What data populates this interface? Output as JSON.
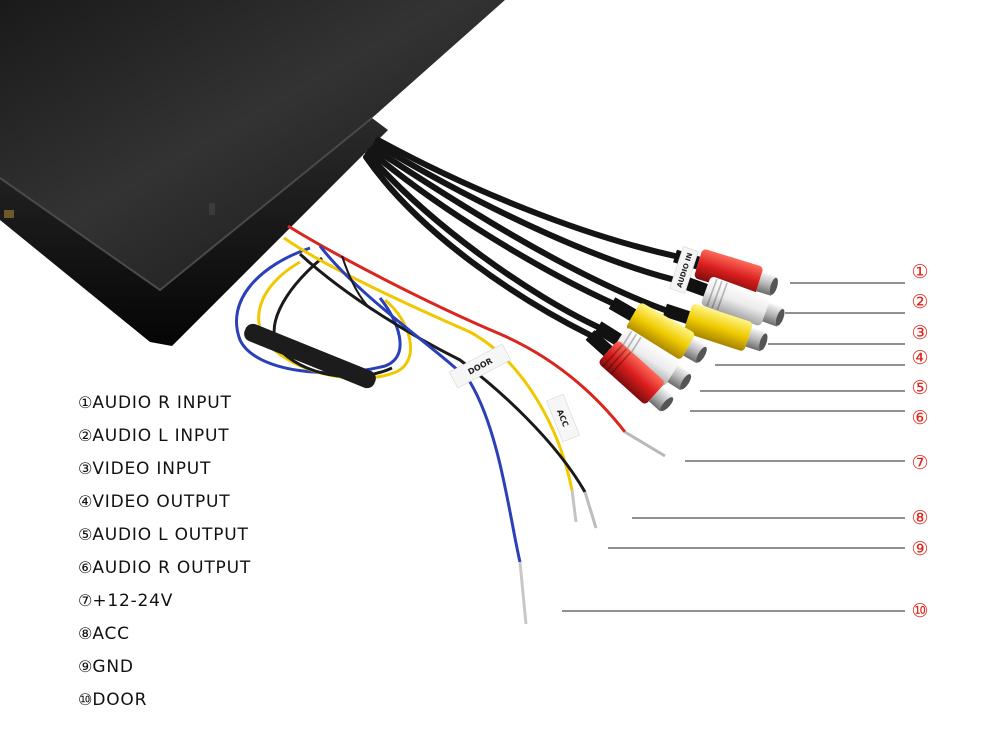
{
  "legend": [
    {
      "num": "①",
      "label": "AUDIO R INPUT"
    },
    {
      "num": "②",
      "label": "AUDIO L INPUT"
    },
    {
      "num": "③",
      "label": "VIDEO INPUT"
    },
    {
      "num": "④",
      "label": "VIDEO OUTPUT"
    },
    {
      "num": "⑤",
      "label": "AUDIO L OUTPUT"
    },
    {
      "num": "⑥",
      "label": "AUDIO R OUTPUT"
    },
    {
      "num": "⑦",
      "label": "+12-24V"
    },
    {
      "num": "⑧",
      "label": "ACC"
    },
    {
      "num": "⑨",
      "label": "GND"
    },
    {
      "num": "⑩",
      "label": "DOOR"
    }
  ],
  "callouts": [
    "①",
    "②",
    "③",
    "④",
    "⑤",
    "⑥",
    "⑦",
    "⑧",
    "⑨",
    "⑩"
  ],
  "cable_tags": {
    "audio_in": "AUDIO IN",
    "acc": "ACC",
    "door": "DOOR"
  },
  "colors": {
    "callout": "#e0241b",
    "legend_text": "#111111",
    "rca_red": "#d91e1e",
    "rca_yellow": "#f0cc00",
    "rca_white": "#f0f0f0",
    "device": "#151515"
  }
}
